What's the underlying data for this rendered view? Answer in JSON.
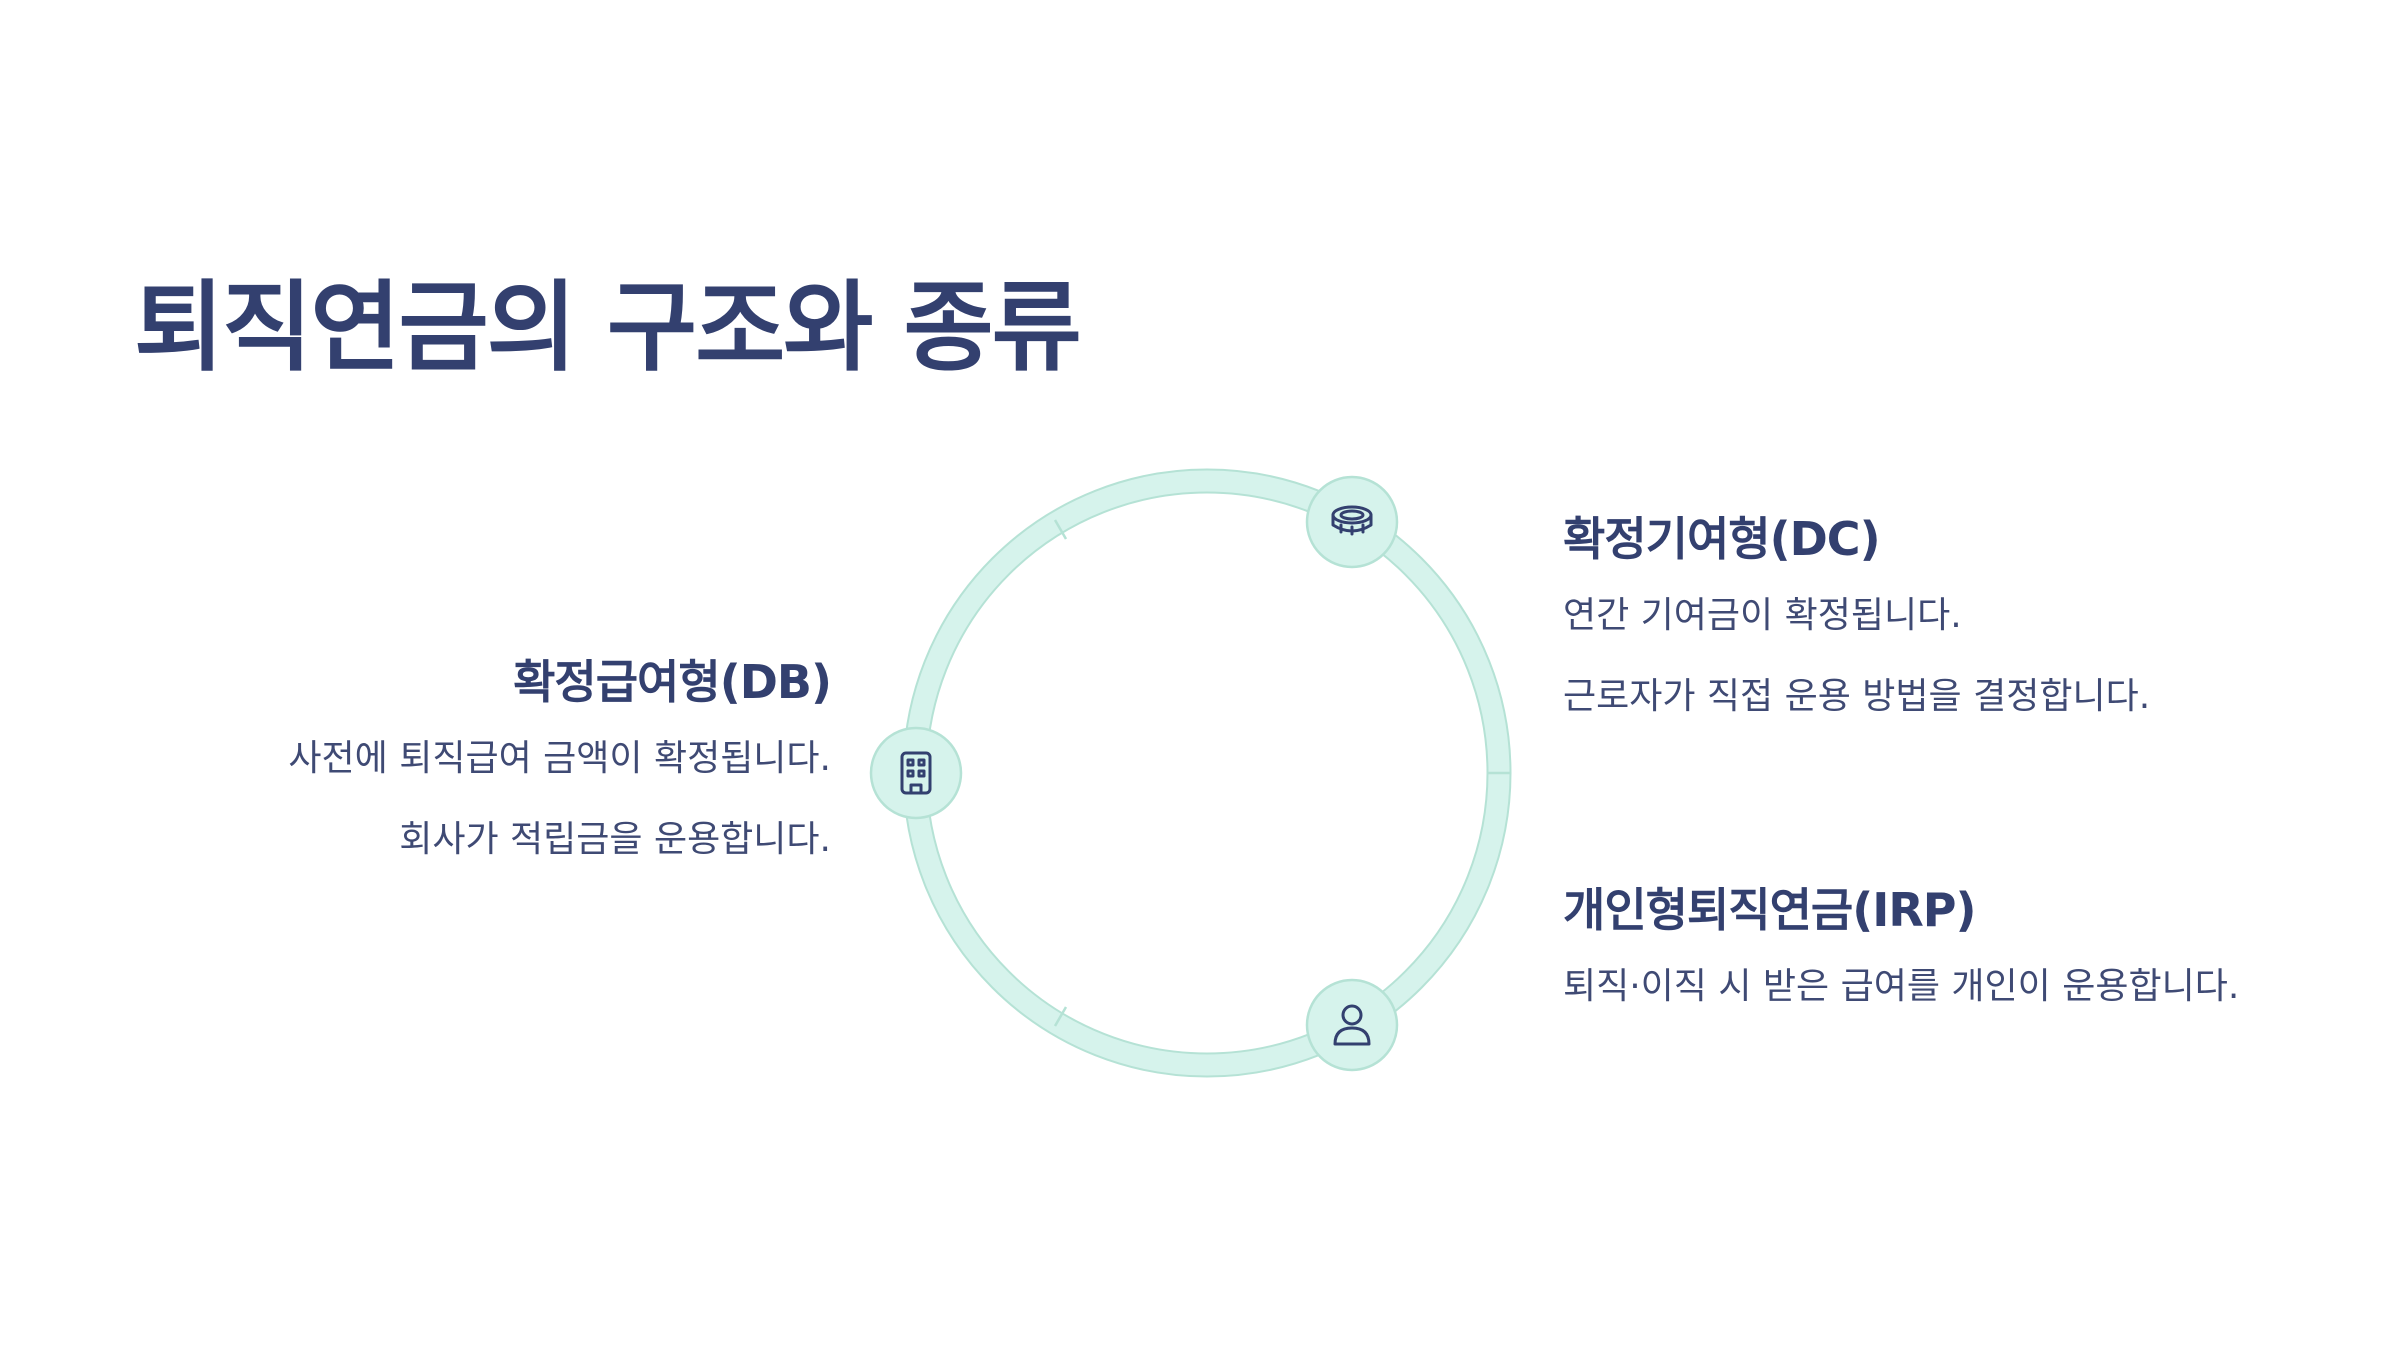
{
  "page_title": "퇴직연금의 구조와 종류",
  "colors": {
    "text": "#33406f",
    "ring_fill": "#d6f3ec",
    "ring_stroke": "#b5e2d5",
    "icon_stroke": "#33406f"
  },
  "types": [
    {
      "icon": "building-icon",
      "title": "확정급여형(DB)",
      "lines": [
        "사전에 퇴직급여 금액이 확정됩니다.",
        "회사가 적립금을 운용합니다."
      ]
    },
    {
      "icon": "coin-icon",
      "title": "확정기여형(DC)",
      "lines": [
        "연간 기여금이 확정됩니다.",
        "근로자가 직접 운용 방법을 결정합니다."
      ]
    },
    {
      "icon": "person-icon",
      "title": "개인형퇴직연금(IRP)",
      "lines": [
        "퇴직·이직 시 받은 급여를 개인이 운용합니다."
      ]
    }
  ]
}
